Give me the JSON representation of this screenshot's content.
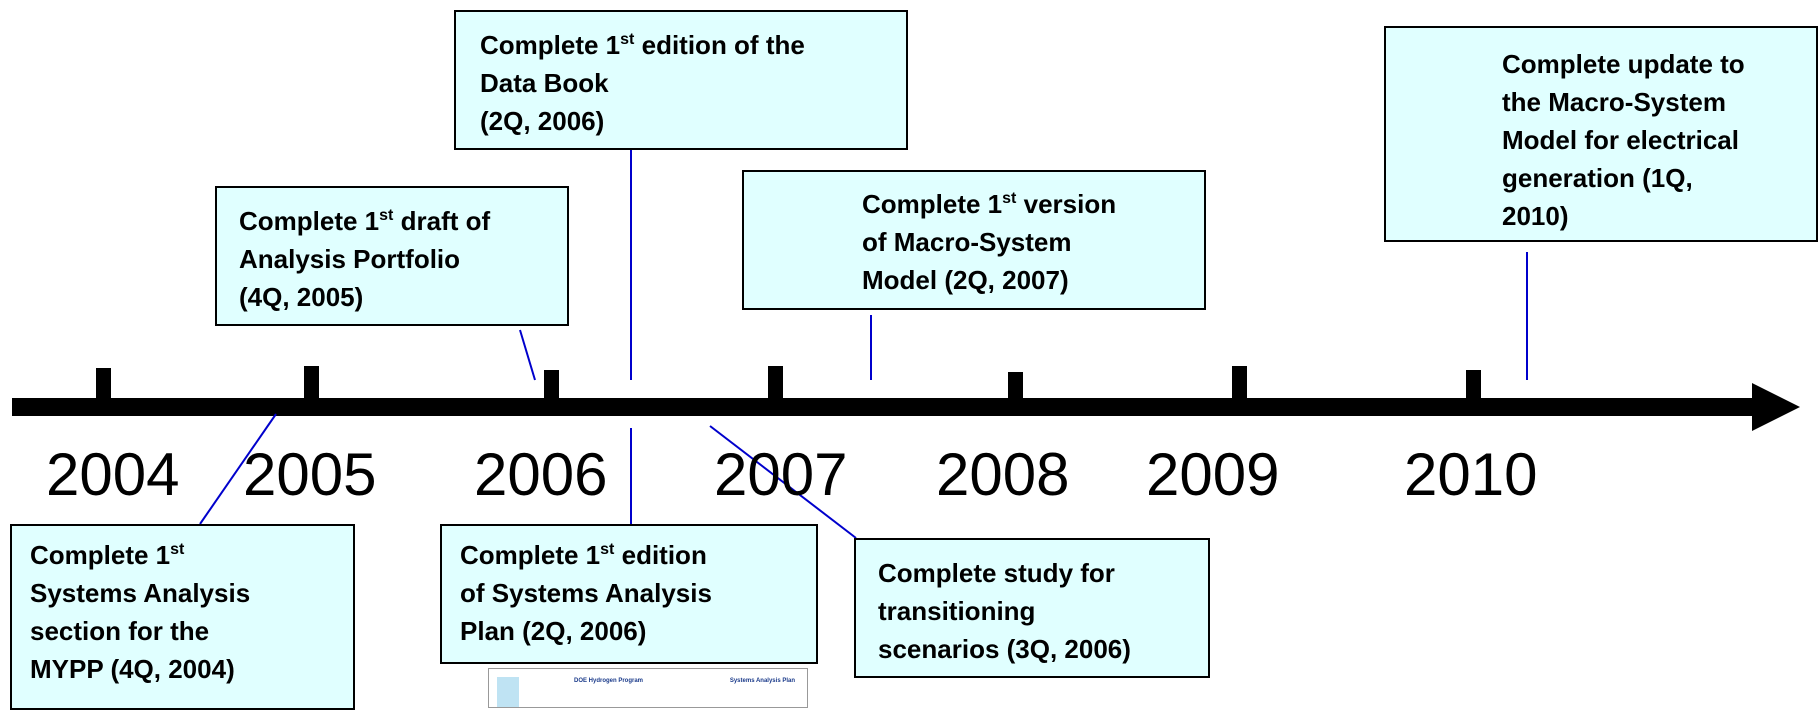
{
  "timeline": {
    "years": [
      "2004",
      "2005",
      "2006",
      "2007",
      "2008",
      "2009",
      "2010"
    ]
  },
  "milestones": [
    {
      "id": "data-book",
      "parts": [
        "Complete 1",
        "st",
        " edition of the",
        "Data Book",
        "(2Q, 2006)"
      ]
    },
    {
      "id": "analysis-portfolio",
      "parts": [
        "Complete 1",
        "st",
        " draft of",
        "Analysis Portfolio",
        "(4Q, 2005)"
      ]
    },
    {
      "id": "macro-system-model",
      "parts": [
        "Complete 1",
        "st",
        " version",
        "of Macro-System",
        "Model (2Q, 2007)"
      ]
    },
    {
      "id": "macro-system-update",
      "lines": [
        "Complete update to",
        "the Macro-System",
        "Model for electrical",
        "generation (1Q,",
        "2010)"
      ]
    },
    {
      "id": "mypp-section",
      "parts": [
        "Complete 1",
        "st",
        "",
        "Systems Analysis",
        "section for the",
        "MYPP (4Q, 2004)"
      ]
    },
    {
      "id": "systems-analysis-plan",
      "parts": [
        "Complete 1",
        "st",
        " edition",
        "of Systems Analysis",
        "Plan (2Q, 2006)"
      ]
    },
    {
      "id": "transition-study",
      "lines": [
        "Complete study for",
        "transitioning",
        "scenarios (3Q, 2006)"
      ]
    }
  ],
  "document_thumbnail": {
    "left_header": "DOE Hydrogen Program",
    "right_header": "Systems Analysis Plan"
  },
  "colors": {
    "box_fill": "#e0ffff",
    "connector": "#0000cc",
    "axis": "#000000"
  }
}
